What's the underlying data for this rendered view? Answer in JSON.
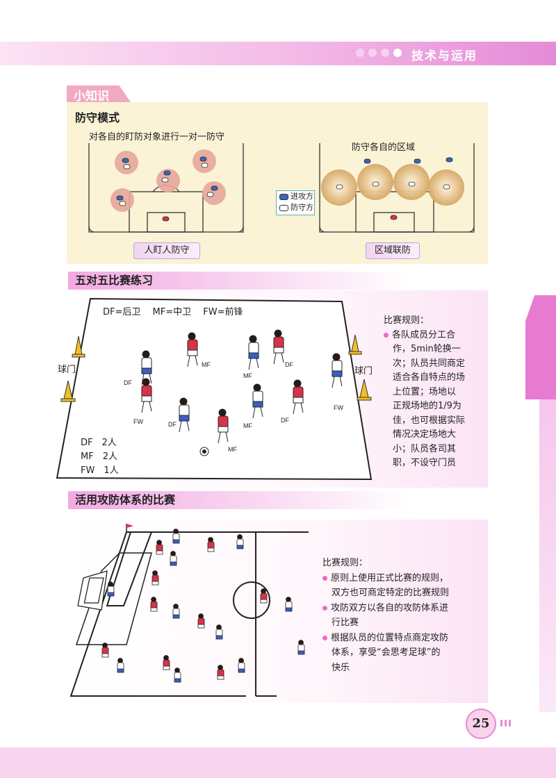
{
  "header": {
    "title": "技术与运用"
  },
  "knowledge": {
    "tag": "小知识",
    "title": "防守模式",
    "man_caption": "对各自的盯防对象进行一对一防守",
    "zone_caption": "防守各自的区域",
    "legend": {
      "attack": "进攻方",
      "defend": "防守方",
      "attack_color": "#3a67b8",
      "defend_color": "#d8334a"
    },
    "man_label": "人盯人防守",
    "zone_label": "区域联防"
  },
  "five_a_side": {
    "title": "五对五比赛练习",
    "abbreviations": "DF=后卫　 MF=中卫　 FW=前锋",
    "goal_left": "球门",
    "goal_right": "球门",
    "counts": {
      "df": "DF　2人",
      "mf": "MF　2人",
      "fw": "FW　1人"
    },
    "position_labels": {
      "df": "DF",
      "mf": "MF",
      "fw": "FW"
    },
    "rules_title": "比赛规则：",
    "rules": [
      "各队成员分工合作，5min轮换一次；队员共同商定适合各自特点的场上位置；场地以正规场地的1/9为佳，也可根据实际情况决定场地大小；队员各司其职，不设守门员"
    ],
    "rules_lines": [
      "各队成员分工合",
      "作，5min轮换一",
      "次；队员共同商定",
      "适合各自特点的场",
      "上位置；场地以",
      "正规场地的1/9为",
      "佳，也可根据实际",
      "情况决定场地大",
      "小；队员各司其",
      "职，不设守门员"
    ]
  },
  "system_game": {
    "title": "活用攻防体系的比赛",
    "rules_title": "比赛规则：",
    "rules": [
      {
        "lines": [
          "原则上使用正式比赛的规则，",
          "双方也可商定特定的比赛规则"
        ]
      },
      {
        "lines": [
          "攻防双方以各自的攻防体系进",
          "行比赛"
        ]
      },
      {
        "lines": [
          "根据队员的位置特点商定攻防",
          "体系，享受“会思考足球”的",
          "快乐"
        ]
      }
    ]
  },
  "page_number": "25",
  "colors": {
    "accent_pink": "#e77bd0",
    "team_red": "#d8334a",
    "team_white": "#ffffff",
    "team_blue_shorts": "#3a5fc4"
  }
}
